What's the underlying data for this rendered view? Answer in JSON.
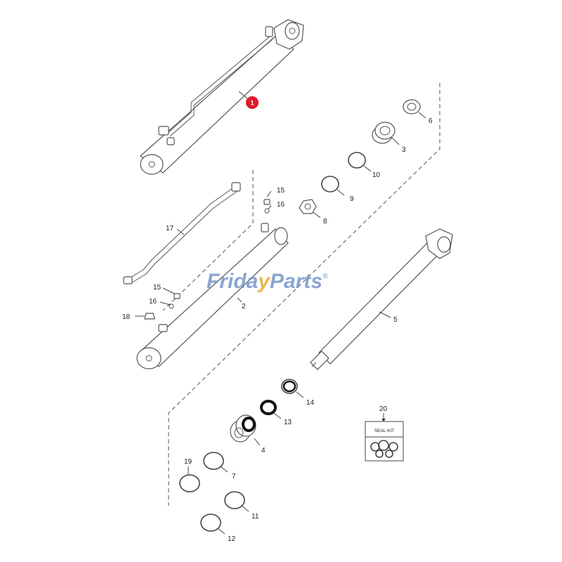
{
  "diagram": {
    "watermark": {
      "part1": "Frida",
      "part2": "y",
      "part3": "Parts",
      "mark": "®"
    },
    "seal_kit_label": "SEAL KIT",
    "highlight_color": "#e0182a",
    "callouts": {
      "c1": "1",
      "c2": "2",
      "c3": "3",
      "c4": "4",
      "c5": "5",
      "c6": "6",
      "c7": "7",
      "c8": "8",
      "c9": "9",
      "c10": "10",
      "c11": "11",
      "c12": "12",
      "c13": "13",
      "c14": "14",
      "c15a": "15",
      "c15b": "15",
      "c16a": "16",
      "c16b": "16",
      "c17": "17",
      "c18": "18",
      "c19": "19",
      "c20": "20"
    }
  }
}
